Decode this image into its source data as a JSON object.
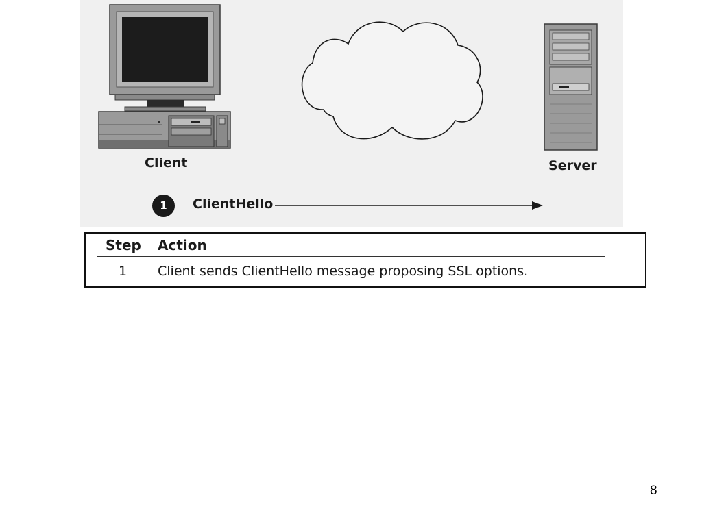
{
  "diagram": {
    "client_label": "Client",
    "server_label": "Server",
    "step_badge": "1",
    "message_label": "ClientHello"
  },
  "table": {
    "header_step": "Step",
    "header_action": "Action",
    "rows": [
      {
        "step": "1",
        "action": "Client sends ClientHello message proposing SSL options."
      }
    ]
  },
  "slide": {
    "page_number": "8"
  },
  "colors": {
    "figure_background": "#f0f0f0",
    "device_gray": "#9a9a9a",
    "screen_dark": "#1c1c1c",
    "ink": "#1a1a1a"
  }
}
